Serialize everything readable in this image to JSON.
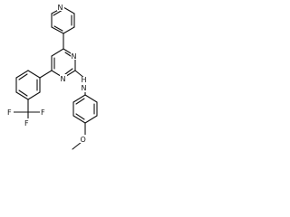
{
  "structure": {
    "atom_labels": {
      "pyridine_n": "N",
      "pyrimidine_n_upper": "N",
      "pyrimidine_n_lower": "N",
      "amine_n": "N",
      "amine_h": "H",
      "cf3_f_left": "F",
      "cf3_f_mid": "F",
      "cf3_f_right": "F",
      "methoxy_o": "O"
    },
    "colors": {
      "bond": "#111111",
      "text": "#111111",
      "background": "#ffffff"
    }
  }
}
